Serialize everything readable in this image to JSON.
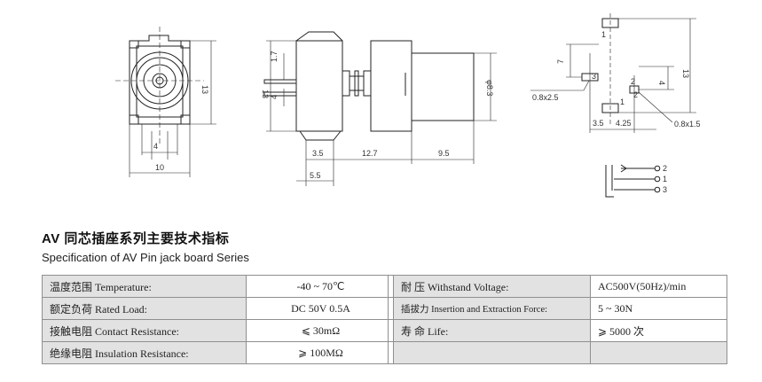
{
  "drawing": {
    "front_dims": {
      "width": "10",
      "center": "4",
      "height": "13"
    },
    "side_dims": {
      "height": "13",
      "pin": "1.7",
      "pin_gap": "4",
      "diameter": "φ8.3",
      "pin_offset": "3.5",
      "body": "12.7",
      "nose": "9.5",
      "total": "5.5"
    },
    "pcb_dims": {
      "height": "13",
      "spacing_a": "7",
      "spacing_b": "4",
      "spacing_c": "2",
      "x1": "3.5",
      "x2": "4.25",
      "pad_a": "0.8x2.5",
      "pad_b": "0.8x1.5",
      "pin1": "1",
      "pin2": "2",
      "pin3": "3"
    },
    "schematic": {
      "pin2": "2",
      "pin1": "1",
      "pin3": "3"
    }
  },
  "header": {
    "title_cn": "AV 同芯插座系列主要技术指标",
    "title_en": "Specification of AV Pin jack board Series"
  },
  "spec_rows": [
    {
      "label_a": "温度范围 Temperature:",
      "value_a": "-40 ~ 70℃",
      "label_b": "耐  压 Withstand Voltage:",
      "value_b": "AC500V(50Hz)/min"
    },
    {
      "label_a": "额定负荷 Rated Load:",
      "value_a": "DC  50V  0.5A",
      "label_b": "插拔力 Insertion and Extraction Force:",
      "value_b": "5 ~ 30N"
    },
    {
      "label_a": "接触电阻 Contact  Resistance:",
      "value_a": "⩽ 30mΩ",
      "label_b": "寿  命 Life:",
      "value_b": "⩾ 5000 次"
    },
    {
      "label_a": "绝缘电阻 Insulation Resistance:",
      "value_a": "⩾ 100MΩ",
      "label_b": "",
      "value_b": ""
    }
  ]
}
